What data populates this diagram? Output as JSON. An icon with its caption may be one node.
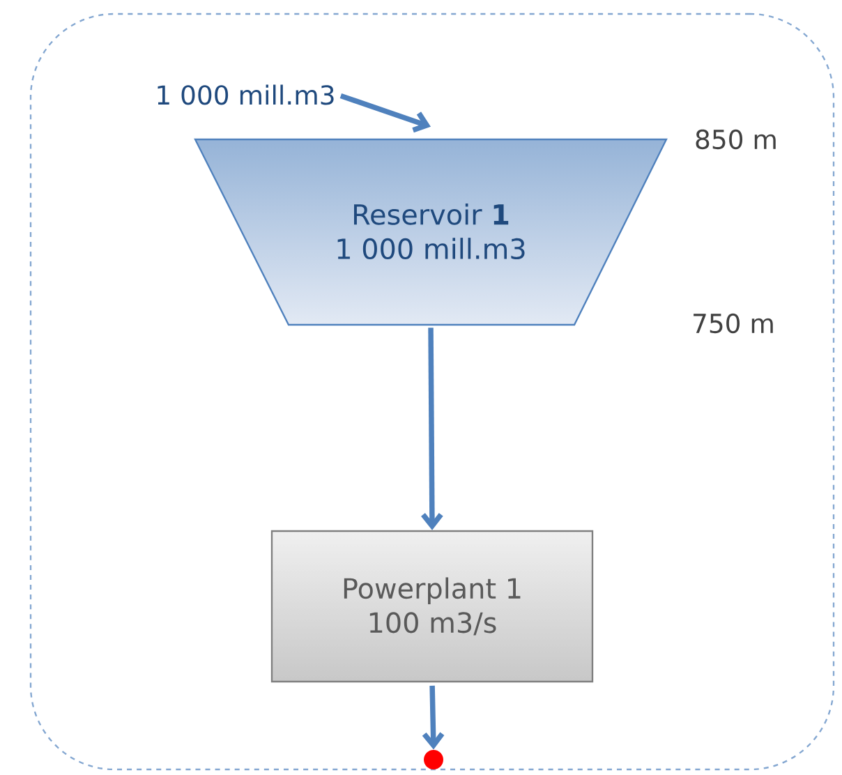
{
  "diagram": {
    "nodes": [
      {
        "text": [],
        "shape": "box"
      },
      {
        "text": [
          "1 000 mill.m3"
        ],
        "in": 0
      },
      {
        "text": [
          "Reservoir **1**",
          "1 000 mill.m3"
        ],
        "in": 0
      },
      {
        "text": [
          "Powerplant 1",
          "100 m3/s"
        ],
        "in": 0
      },
      {
        "text": [],
        "shape": "circle",
        "in": 0
      }
    ],
    "edges": [
      {
        "from": 1,
        "to": 2,
        "arrow": "to"
      },
      {
        "from": 2,
        "to": 3,
        "arrow": "to"
      },
      {
        "from": 3,
        "to": 4,
        "arrow": "to"
      }
    ],
    "labels": [
      "850 m",
      "750 m"
    ]
  }
}
